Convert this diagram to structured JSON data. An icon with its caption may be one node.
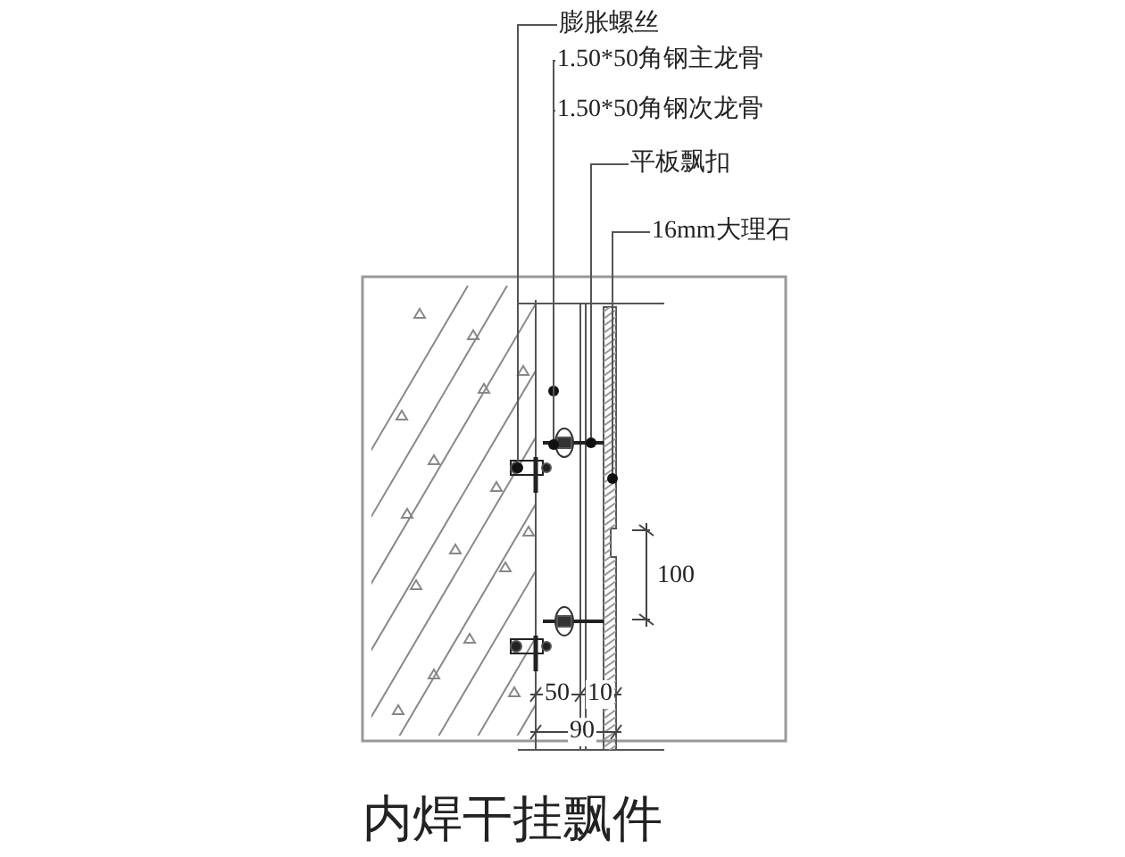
{
  "diagram": {
    "title": "内焊干挂飘件",
    "nodes": [
      {
        "text": [
          "膨胀螺丝"
        ]
      },
      {
        "text": [
          "1.50*50角钢主龙骨"
        ]
      },
      {
        "text": [
          "1.50*50角钢次龙骨"
        ]
      },
      {
        "text": [
          "平板飘扣"
        ]
      },
      {
        "text": [
          "16mm大理石"
        ]
      }
    ],
    "edges": [
      {
        "from": 0,
        "to": null,
        "arrow": "other"
      },
      {
        "from": 1,
        "to": null,
        "arrow": "other"
      },
      {
        "from": 2,
        "to": null,
        "arrow": "other"
      },
      {
        "from": 3,
        "to": null,
        "arrow": "other"
      },
      {
        "from": 4,
        "to": null,
        "arrow": "other"
      }
    ],
    "labels": [
      "100",
      "50",
      "10",
      "90"
    ]
  }
}
